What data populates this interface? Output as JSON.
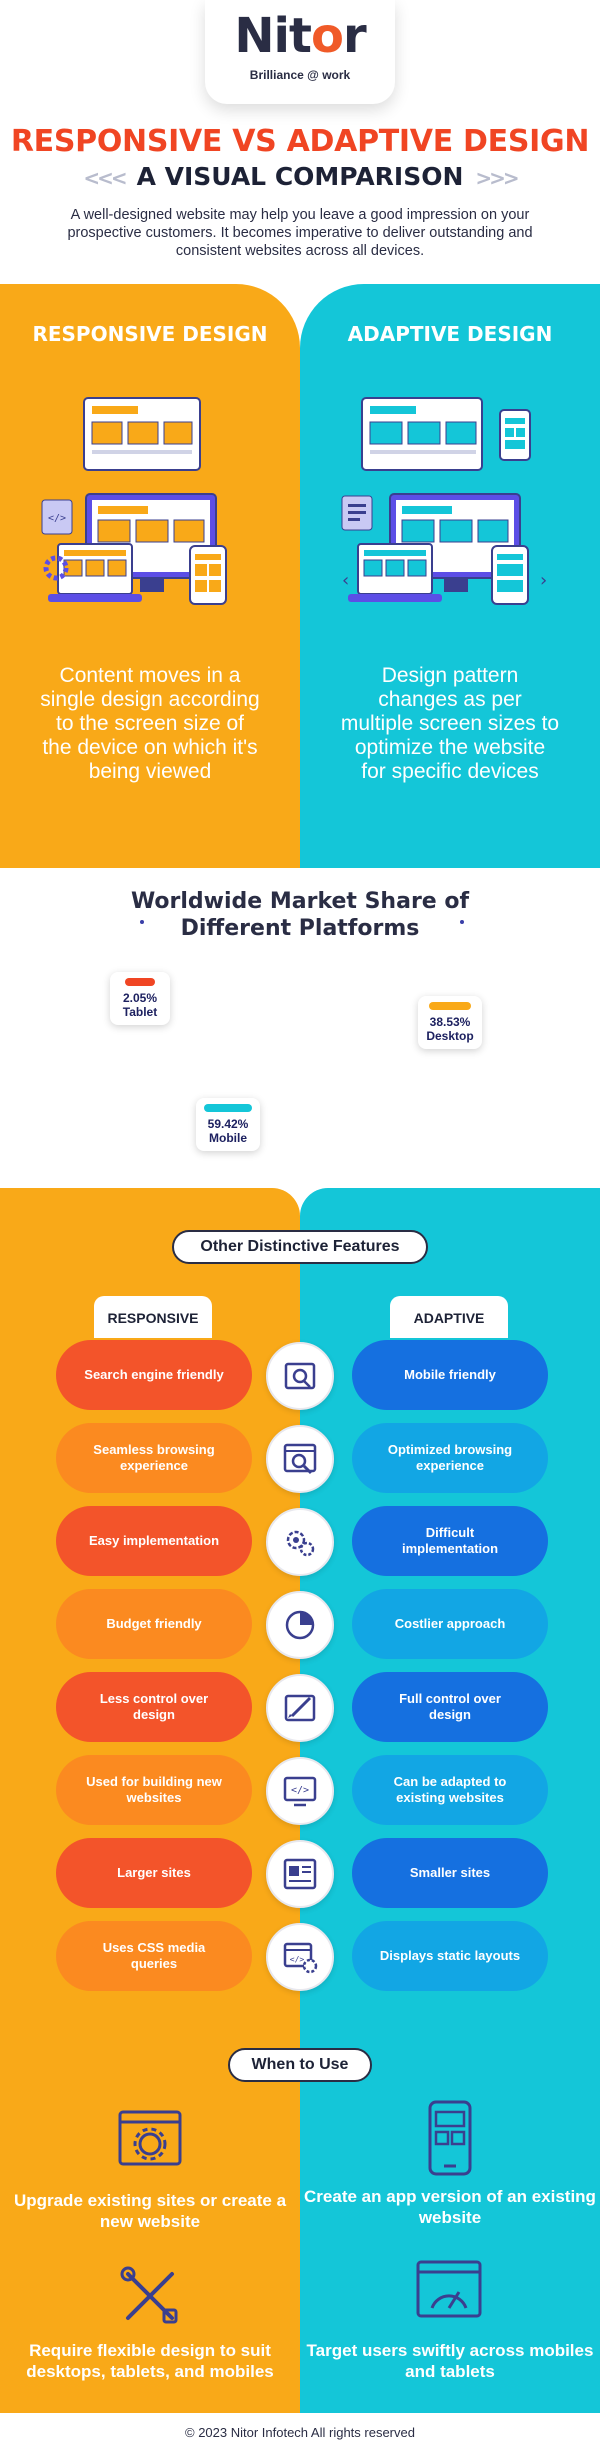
{
  "brand": {
    "logo_text_1": "Nit",
    "logo_text_o": "o",
    "logo_text_2": "r",
    "tagline": "Brilliance @ work"
  },
  "title": "RESPONSIVE VS ADAPTIVE DESIGN",
  "subtitle": "A VISUAL COMPARISON",
  "subtitle_chevrons": "<<<",
  "subtitle_chevrons_right": ">>>",
  "intro": "A well-designed website may help you leave a good impression on your prospective customers. It becomes imperative to deliver outstanding and consistent websites across all devices.",
  "responsive": {
    "heading": "RESPONSIVE DESIGN",
    "description": "Content moves in a single design according to the screen size of the device on which it's being viewed"
  },
  "adaptive": {
    "heading": "ADAPTIVE DESIGN",
    "description": "Design pattern changes as per multiple screen sizes to optimize the website for specific devices"
  },
  "market_share": {
    "title_line1": "Worldwide Market Share of",
    "title_line2": "Different Platforms",
    "items": [
      {
        "value": "2.05%",
        "label": "Tablet",
        "value_num": 2.05,
        "color": "#f04523"
      },
      {
        "value": "38.53%",
        "label": "Desktop",
        "value_num": 38.53,
        "color": "#f9a918"
      },
      {
        "value": "59.42%",
        "label": "Mobile",
        "value_num": 59.42,
        "color": "#14c6d8"
      }
    ]
  },
  "features": {
    "title": "Other Distinctive Features",
    "responsive_tab": "RESPONSIVE",
    "adaptive_tab": "ADAPTIVE",
    "rows": [
      {
        "left": "Search engine friendly",
        "right": "Mobile friendly",
        "icon": "seo-icon"
      },
      {
        "left": "Seamless browsing experience",
        "right": "Optimized browsing experience",
        "icon": "browser-search-icon"
      },
      {
        "left": "Easy implementation",
        "right": "Difficult implementation",
        "icon": "gears-icon"
      },
      {
        "left": "Budget friendly",
        "right": "Costlier approach",
        "icon": "pie-chart-icon"
      },
      {
        "left": "Less control over design",
        "right": "Full control over design",
        "icon": "design-tool-icon"
      },
      {
        "left": "Used for building new websites",
        "right": "Can be adapted to existing websites",
        "icon": "code-monitor-icon"
      },
      {
        "left": "Larger sites",
        "right": "Smaller sites",
        "icon": "website-layout-icon"
      },
      {
        "left": "Uses CSS media queries",
        "right": "Displays static layouts",
        "icon": "css-settings-icon"
      }
    ],
    "colors": {
      "orange_dark": "#f3542a",
      "orange_light": "#fb8a20",
      "blue_dark": "#1570e0",
      "blue_light": "#12a6e4"
    }
  },
  "when_to_use": {
    "title": "When to Use",
    "responsive_items": [
      "Upgrade existing sites or create a new website",
      "Require flexible design to suit desktops, tablets, and mobiles"
    ],
    "adaptive_items": [
      "Create an app version of an existing website",
      "Target users swiftly across mobiles and tablets"
    ]
  },
  "footer": "© 2023 Nitor Infotech All rights reserved"
}
